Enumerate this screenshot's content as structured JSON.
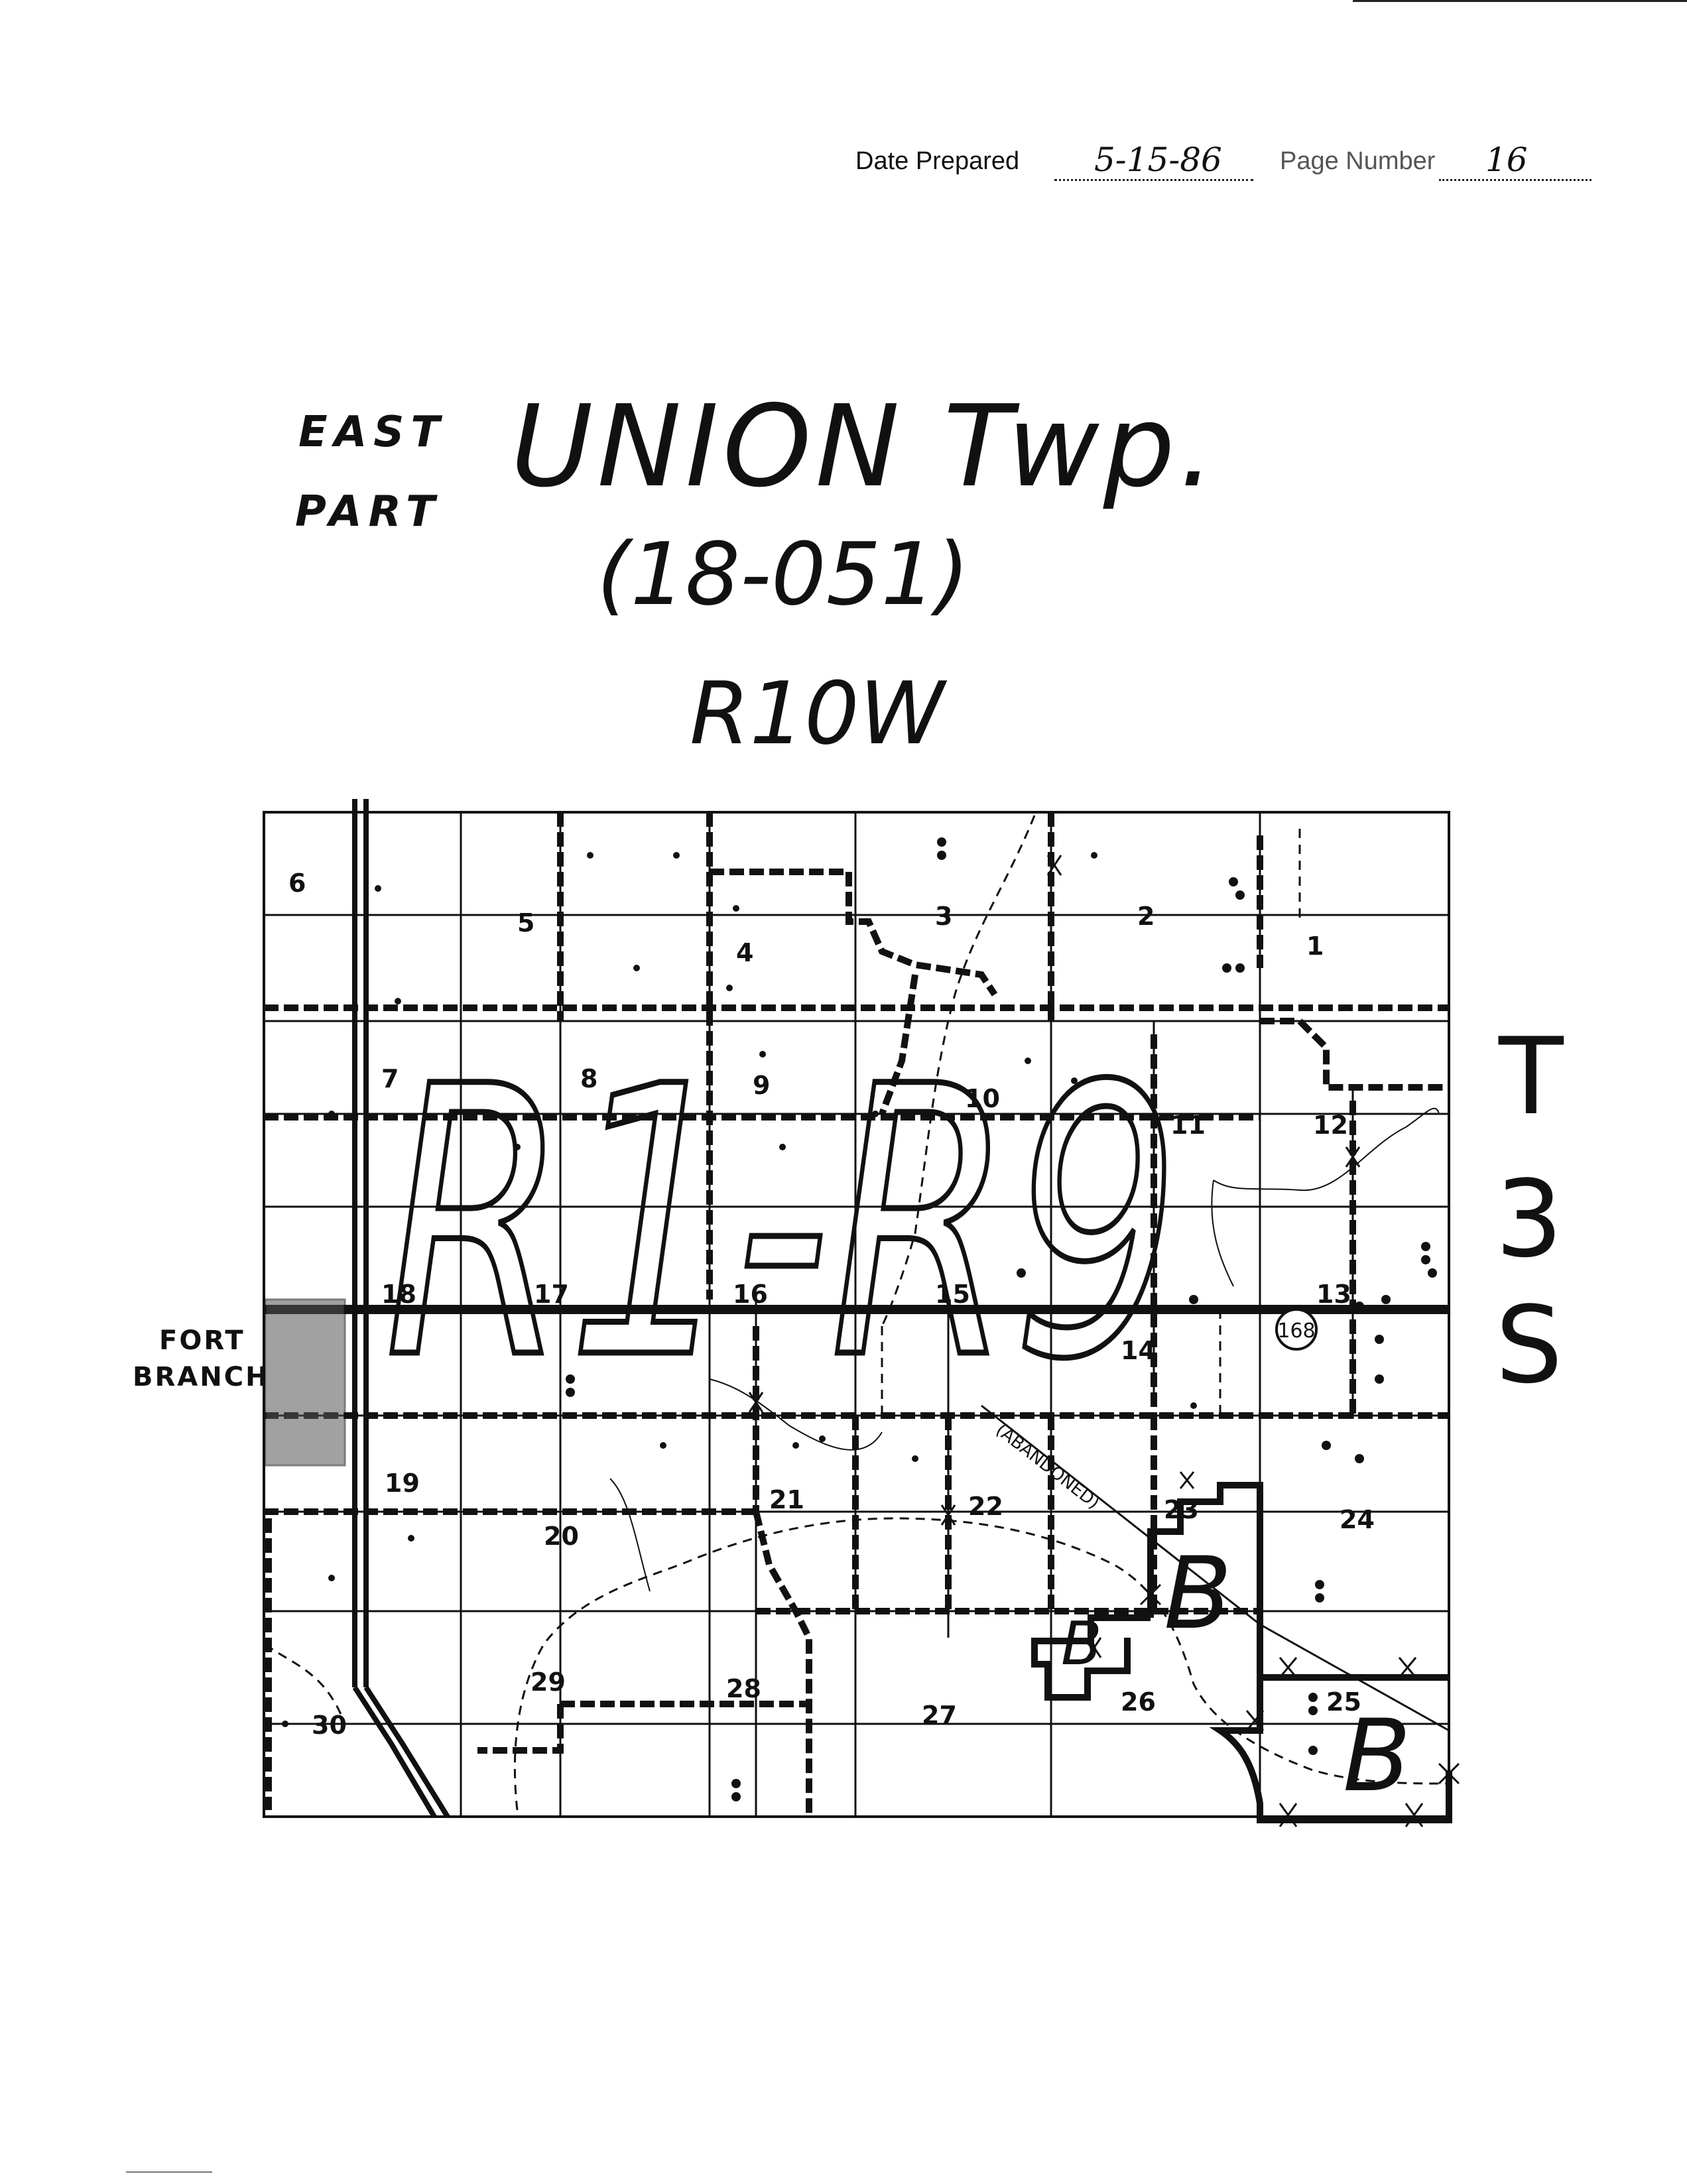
{
  "header": {
    "date_label": "Date Prepared",
    "date_value": "5-15-86",
    "page_label": "Page Number",
    "page_value": "16"
  },
  "title": {
    "part_line1": "EAST",
    "part_line2": "PART",
    "township": "UNION Twp.",
    "code": "(18-051)",
    "range": "R10W"
  },
  "side_label": {
    "t": "T",
    "n": "3",
    "s": "S"
  },
  "map": {
    "town_label_1": "FORT",
    "town_label_2": "BRANCH",
    "sections": [
      "1",
      "2",
      "3",
      "4",
      "5",
      "6",
      "7",
      "8",
      "9",
      "10",
      "11",
      "12",
      "13",
      "14",
      "15",
      "16",
      "17",
      "18",
      "19",
      "20",
      "21",
      "22",
      "23",
      "24",
      "25",
      "26",
      "27",
      "28",
      "29",
      "30"
    ],
    "route_number": "168",
    "abandoned_label": "(ABANDONED)",
    "overlay_zone": "R1-R9",
    "b_marks": [
      "B",
      "B",
      "B"
    ],
    "colors": {
      "ink": "#111111",
      "paper": "#ffffff"
    }
  }
}
